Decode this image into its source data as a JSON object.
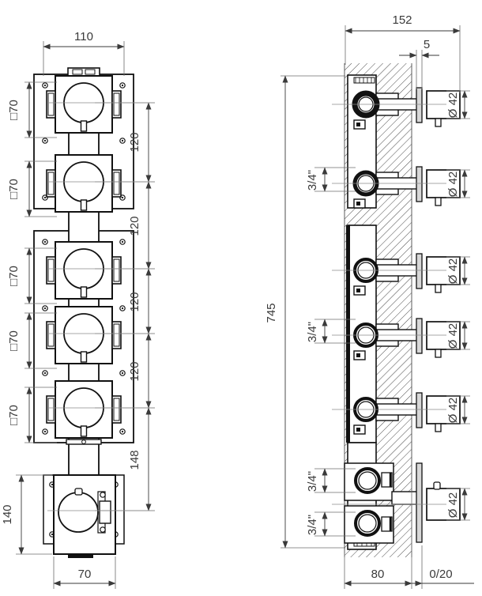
{
  "drawing": {
    "type": "technical-drawing",
    "subject": "Concealed shower valve manifold - front view and wall section",
    "units": "mm"
  },
  "front_view": {
    "name": "front-elevation",
    "overall_width": "110",
    "bottom_body_width": "70",
    "valve_square_labels": [
      "□70",
      "□70",
      "□70",
      "□70",
      "□70"
    ],
    "spacings": [
      "120",
      "120",
      "120",
      "120"
    ],
    "bottom_offset": "148",
    "bottom_body_height": "140"
  },
  "section_view": {
    "name": "wall-section",
    "overall_depth": "152",
    "escutcheon_thickness": "5",
    "total_height": "745",
    "wall_thickness": "80",
    "tile_allowance": "0/20",
    "handle_diameters": [
      "Ø 42",
      "Ø 42",
      "Ø 42",
      "Ø 42",
      "Ø 42",
      "Ø 42"
    ],
    "port_sizes": [
      "3/4\"",
      "3/4\"",
      "3/4\"",
      "3/4\""
    ]
  }
}
